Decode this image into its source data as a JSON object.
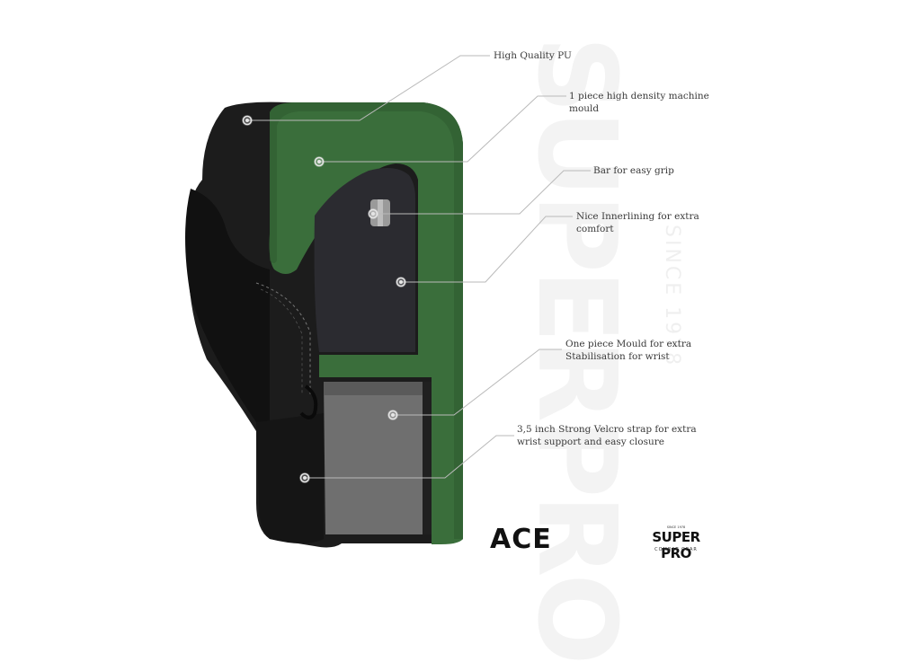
{
  "colors": {
    "glove_black": "#1a1a1a",
    "glove_green": "#3a6e3b",
    "green_dark": "#2f5c31",
    "inner_lining": "#2a2a2e",
    "velcro": "#6e6e6e",
    "leader_line": "#b8b8b8"
  },
  "callouts": [
    {
      "lines": [
        "High Quality PU"
      ]
    },
    {
      "lines": [
        "1 piece high density machine",
        "mould"
      ]
    },
    {
      "lines": [
        "Bar for easy grip"
      ]
    },
    {
      "lines": [
        "Nice Innerlining for extra",
        "comfort"
      ]
    },
    {
      "lines": [
        "One piece Mould for extra",
        "Stabilisation for wrist"
      ]
    },
    {
      "lines": [
        "3,5 inch Strong Velcro strap for extra",
        "wrist support and easy closure"
      ]
    }
  ],
  "product": {
    "model": "ACE"
  },
  "brand": {
    "name": "SUPER PRO",
    "tagline": "COMBAT GEAR",
    "since": "SINCE 1978"
  },
  "watermark": {
    "text": "SUPERPRO",
    "since": "SINCE 1978"
  }
}
